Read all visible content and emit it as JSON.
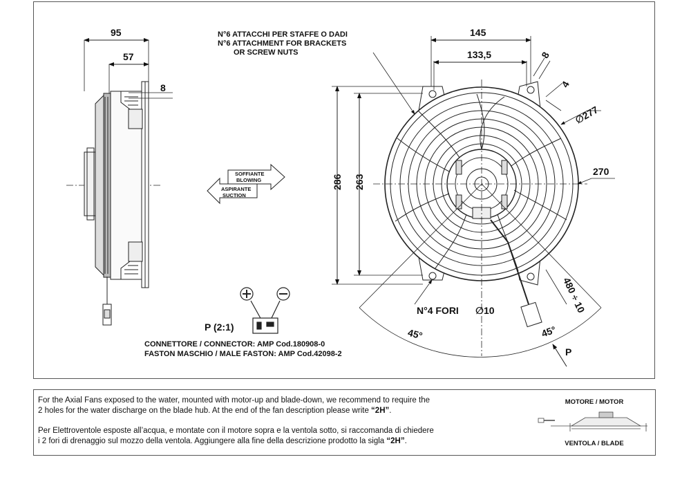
{
  "side_view": {
    "dim_95": "95",
    "dim_57": "57",
    "dim_8": "8"
  },
  "airflow": {
    "blowing_it": "SOFFIANTE",
    "blowing_en": "BLOWING",
    "suction_it": "ASPIRANTE",
    "suction_en": "SUCTION"
  },
  "front_view": {
    "attach_note_it": "N°6 ATTACCHI PER STAFFE O DADI",
    "attach_note_en_1": "N°6 ATTACHMENT FOR BRACKETS",
    "attach_note_en_2": "OR SCREW NUTS",
    "dim_145": "145",
    "dim_133_5": "133,5",
    "dim_8": "8",
    "dim_4": "4",
    "dim_277": "∅277",
    "dim_270": "270",
    "dim_286": "286",
    "dim_263": "263",
    "holes_label": "N°4 FORI",
    "holes_dia": "∅10",
    "cable_length": "480 ÷ 10",
    "angle_left": "45°",
    "angle_right": "45°",
    "p_label": "P"
  },
  "connector": {
    "detail_label": "P (2:1)",
    "connector_line": "CONNETTORE / CONNECTOR:  AMP Cod.180908-0",
    "faston_line": "FASTON MASCHIO / MALE FASTON:  AMP Cod.42098-2"
  },
  "note": {
    "en_1": "For the Axial Fans exposed to the water, mounted  with motor-up and blade-down, we recommend  to require the",
    "en_2_a": "2 holes for the water discharge on the blade hub.   At the end of the fan description please write ",
    "en_2_b": "“2H”",
    "en_2_c": ".",
    "it_1": "Per Elettroventole esposte all’acqua, e montate con il motore sopra e la ventola sotto, si raccomanda di chiedere",
    "it_2_a": "i  2 fori di drenaggio sul mozzo della ventola.    Aggiungere alla fine della descrizione prodotto la sigla ",
    "it_2_b": "“2H”",
    "it_2_c": ".",
    "motor_label": "MOTORE / MOTOR",
    "blade_label": "VENTOLA / BLADE"
  }
}
